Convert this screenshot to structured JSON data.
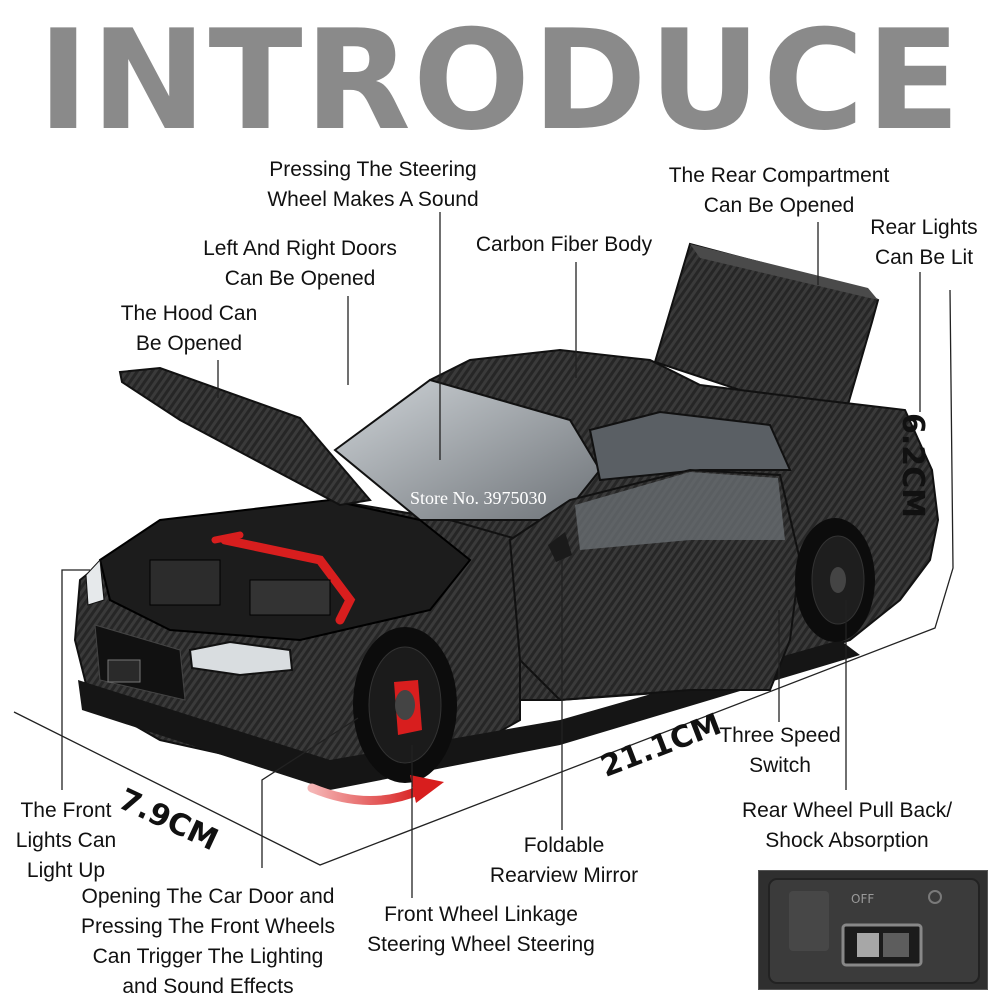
{
  "title": "INTRODUCE",
  "watermark": "Store No. 3975030",
  "dimensions": {
    "height": "6.2CM",
    "length": "21.1CM",
    "width": "7.9CM"
  },
  "labels": {
    "steering_sound": [
      "Pressing The Steering",
      "Wheel Makes A Sound"
    ],
    "rear_compartment": [
      "The Rear Compartment",
      "Can Be Opened"
    ],
    "rear_lights": [
      "Rear Lights",
      "Can Be Lit"
    ],
    "doors": [
      "Left And Right Doors",
      "Can Be Opened"
    ],
    "carbon_body": [
      "Carbon Fiber Body"
    ],
    "hood": [
      "The Hood Can",
      "Be Opened"
    ],
    "front_lights": [
      "The Front",
      "Lights Can",
      "Light Up"
    ],
    "three_speed": [
      "Three Speed",
      "Switch"
    ],
    "pull_back": [
      "Rear Wheel Pull Back/",
      "Shock Absorption"
    ],
    "mirror": [
      "Foldable",
      "Rearview Mirror"
    ],
    "door_trigger": [
      "Opening The Car Door and",
      "Pressing The Front Wheels",
      "Can Trigger The Lighting",
      "and Sound Effects"
    ],
    "front_linkage": [
      "Front Wheel Linkage",
      "Steering Wheel Steering"
    ]
  },
  "switch_inset": {
    "marking": "OFF"
  },
  "colors": {
    "title": "#8a8a8a",
    "body": "#2b2b2b",
    "accent_red": "#d81e1e"
  }
}
